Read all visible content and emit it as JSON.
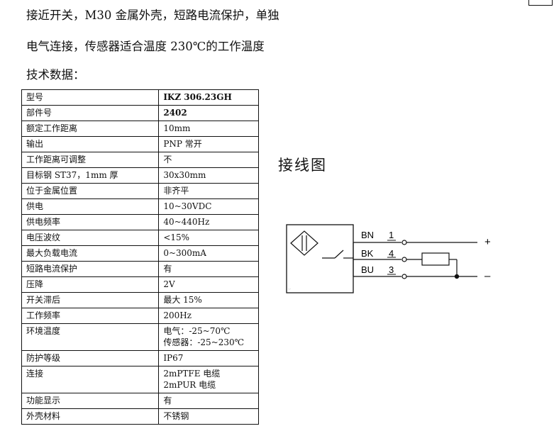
{
  "intro": {
    "line1": "接近开关，M30 金属外壳，短路电流保护，单独",
    "line2": "电气连接，传感器适合温度 230℃的工作温度",
    "heading": "技术数据："
  },
  "spec_table": {
    "rows": [
      {
        "key": "型号",
        "lines": [
          "IKZ 306.23GH"
        ],
        "bold": true
      },
      {
        "key": "部件号",
        "lines": [
          "2402"
        ],
        "bold": true
      },
      {
        "key": "额定工作距离",
        "lines": [
          "10mm"
        ]
      },
      {
        "key": "输出",
        "lines": [
          "PNP 常开"
        ]
      },
      {
        "key": "工作距离可调整",
        "lines": [
          "不"
        ]
      },
      {
        "key": "目标钢  ST37，1mm 厚",
        "lines": [
          "30x30mm"
        ]
      },
      {
        "key": "位于金属位置",
        "lines": [
          "非齐平"
        ]
      },
      {
        "key": "供电",
        "lines": [
          "10~30VDC"
        ]
      },
      {
        "key": "供电频率",
        "lines": [
          "40~440Hz"
        ]
      },
      {
        "key": "电压波纹",
        "lines": [
          "<15%"
        ]
      },
      {
        "key": "最大负载电流",
        "lines": [
          "0~300mA"
        ]
      },
      {
        "key": "短路电流保护",
        "lines": [
          "有"
        ]
      },
      {
        "key": "压降",
        "lines": [
          "2V"
        ]
      },
      {
        "key": "开关滞后",
        "lines": [
          "最大 15%"
        ]
      },
      {
        "key": "工作频率",
        "lines": [
          "200Hz"
        ]
      },
      {
        "key": "环境温度",
        "lines": [
          "电气：-25~70℃",
          "传感器：-25~230℃"
        ]
      },
      {
        "key": "防护等级",
        "lines": [
          "IP67"
        ]
      },
      {
        "key": "连接",
        "lines": [
          "2mPTFE 电缆",
          "2mPUR 电缆"
        ]
      },
      {
        "key": "功能显示",
        "lines": [
          "有"
        ]
      },
      {
        "key": "外壳材料",
        "lines": [
          "不锈钢"
        ]
      }
    ]
  },
  "wiring": {
    "title": "接线图",
    "wires": [
      {
        "label": "BN",
        "pin": "1",
        "terminal": "+"
      },
      {
        "label": "BK",
        "pin": "4",
        "terminal": ""
      },
      {
        "label": "BU",
        "pin": "3",
        "terminal": "–"
      }
    ]
  }
}
